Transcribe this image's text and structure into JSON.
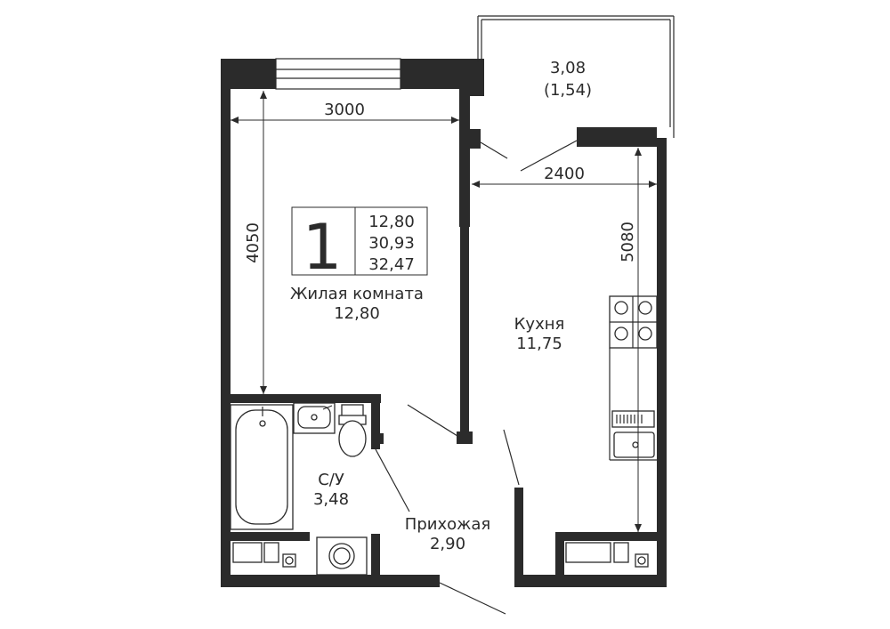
{
  "info_box": {
    "rooms_count": "1",
    "living_area": "12,80",
    "total_area": "30,93",
    "total_area_with_balcony": "32,47"
  },
  "rooms": [
    {
      "name": "Жилая комната",
      "area": "12,80"
    },
    {
      "name": "Кухня",
      "area": "11,75"
    },
    {
      "name": "С/У",
      "area": "3,48"
    },
    {
      "name": "Прихожая",
      "area": "2,90"
    }
  ],
  "balcony": {
    "area": "3,08",
    "area_reduced": "(1,54)"
  },
  "dimensions": {
    "living_width": "3000",
    "living_length": "4050",
    "kitchen_width": "2400",
    "kitchen_length": "5080"
  },
  "colors": {
    "wall": "#2b2b2b",
    "background": "#ffffff"
  }
}
